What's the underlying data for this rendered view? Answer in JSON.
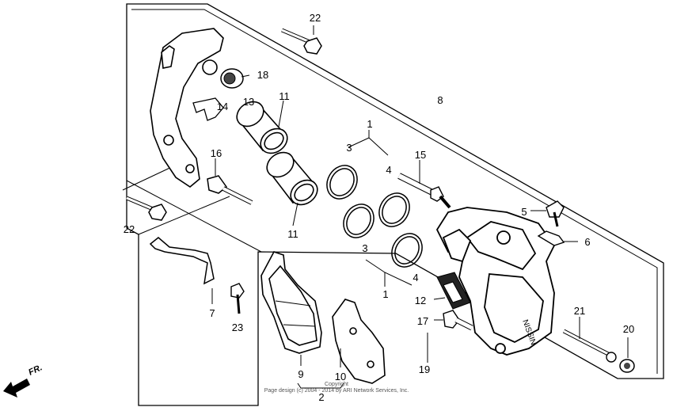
{
  "diagram": {
    "part_numbers": {
      "p1_top": "1",
      "p1_bottom": "1",
      "p2": "2",
      "p3_top": "3",
      "p3_bottom": "3",
      "p4_top": "4",
      "p4_bottom": "4",
      "p5": "5",
      "p6": "6",
      "p7": "7",
      "p8": "8",
      "p9": "9",
      "p10": "10",
      "p11_top": "11",
      "p11_bottom": "11",
      "p12": "12",
      "p13": "13",
      "p14": "14",
      "p15": "15",
      "p16": "16",
      "p17": "17",
      "p18": "18",
      "p19": "19",
      "p20": "20",
      "p21": "21",
      "p22_top": "22",
      "p22_bottom": "22",
      "p23": "23"
    },
    "caliper_brand": "NISSIN",
    "direction_label": "FR.",
    "footer_copyright": "Copyright",
    "footer_text": "Page design (c) 2004 - 2014 by ARI Network Services, Inc."
  }
}
